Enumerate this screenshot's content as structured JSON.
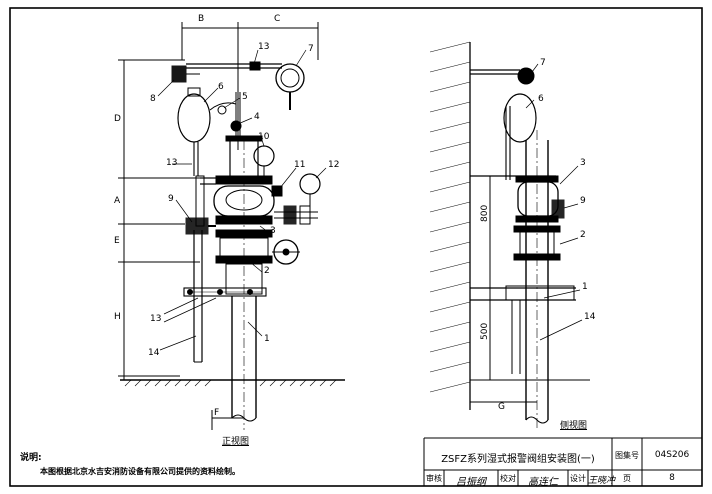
{
  "front_view": {
    "title": "正视图",
    "dims": {
      "B": "B",
      "C": "C",
      "D": "D",
      "A": "A",
      "E": "E",
      "H": "H",
      "F": "F"
    },
    "callouts": [
      "13",
      "7",
      "8",
      "6",
      "5",
      "4",
      "10",
      "11",
      "12",
      "13",
      "9",
      "3",
      "2",
      "13",
      "14",
      "1"
    ]
  },
  "side_view": {
    "title": "侧视图",
    "dims": {
      "d800": "800",
      "d500": "500",
      "G": "G"
    },
    "callouts": [
      "7",
      "6",
      "3",
      "9",
      "2",
      "1",
      "14"
    ]
  },
  "notes": {
    "heading": "说明:",
    "body": "本图根据北京水吉安消防设备有限公司提供的资料绘制。"
  },
  "title_block": {
    "drawing_title": "ZSFZ系列湿式报警阀组安装图(一)",
    "atlas_label": "图集号",
    "atlas_no": "04S206",
    "review_label": "审核",
    "check_label": "校对",
    "design_label": "设计",
    "page_label": "页",
    "page_no": "8",
    "sig_review": "吕振纲",
    "sig_check": "高连仁",
    "sig_design": "王晓冲"
  }
}
